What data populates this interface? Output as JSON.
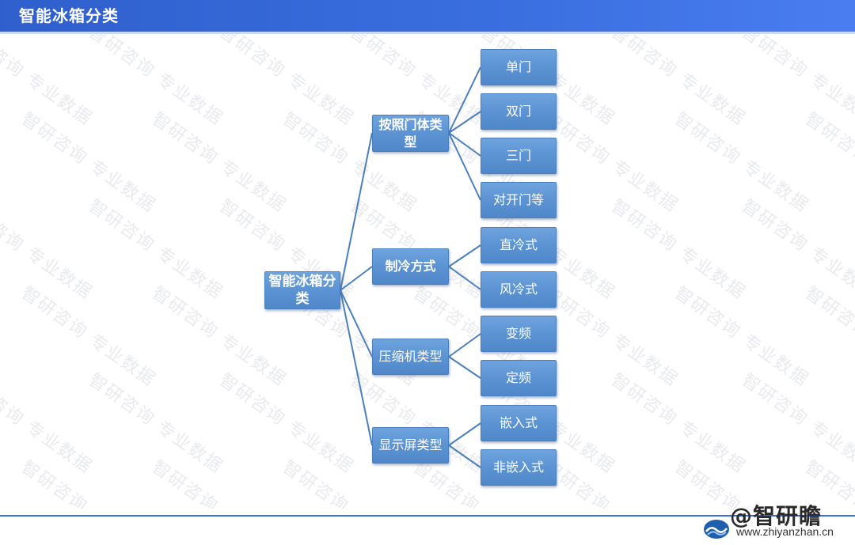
{
  "title": "智能冰箱分类",
  "root": "智能冰箱分类",
  "categories": [
    {
      "label": "按照门体类型",
      "items": [
        "单门",
        "双门",
        "三门",
        "对开门等"
      ]
    },
    {
      "label": "制冷方式",
      "items": [
        "直冷式",
        "风冷式"
      ]
    },
    {
      "label": "压缩机类型",
      "items": [
        "变频",
        "定频"
      ]
    },
    {
      "label": "显示屏类型",
      "items": [
        "嵌入式",
        "非嵌入式"
      ]
    }
  ],
  "watermark": "智研咨询 专业数据",
  "footer": {
    "brand": "@智研瞻",
    "url": "www.zhiyanzhan.cn"
  },
  "colors": {
    "title_bar": "#3a6fe0",
    "node_fill": "#5b93d3",
    "connector": "#4a7fc0"
  }
}
